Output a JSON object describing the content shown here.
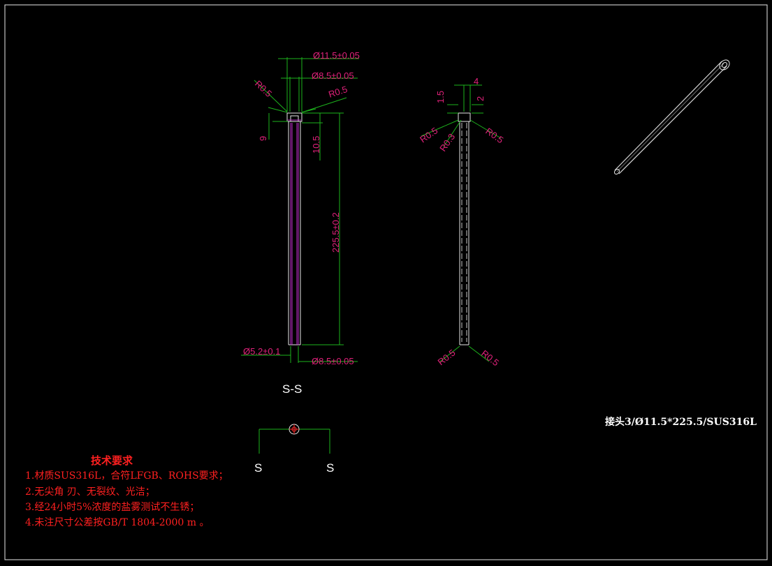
{
  "dimensions": {
    "d_outer_top": "Ø11.5±0.05",
    "d_inner_top": "Ø8.5±0.05",
    "r_left_top": "R0.5",
    "r_right_top": "R0.5",
    "height_9": "9",
    "height_10_5": "10.5",
    "length": "225.5±0.2",
    "d_bottom_left": "Ø5.2±0.1",
    "d_bottom_right": "Ø8.5±0.05"
  },
  "side_view": {
    "dim_4": "4",
    "dim_1_5": "1.5",
    "dim_2": "2",
    "r_top_left": "R0.5",
    "r_top_mid": "R0.3",
    "r_top_right": "R0.5",
    "r_bot_left": "R0.5",
    "r_bot_right": "R0.5"
  },
  "section_label": "S-S",
  "section_marks": {
    "left": "S",
    "right": "S"
  },
  "part_title": "接头3/Ø11.5*225.5/SUS316L",
  "requirements": {
    "heading": "技术要求",
    "items": [
      "1.材质SUS316L，合符LFGB、ROHS要求；",
      "2.无尖角  刃、无裂纹、光洁；",
      "3.经24小时5%浓度的盐雾测试不生锈；",
      "4.未注尺寸公差按GB/T 1804-2000 m  。"
    ]
  },
  "colors": {
    "background": "#000000",
    "dimension_text": "#e0217a",
    "dimension_lines": "#1db31d",
    "outline": "#e8e8e8",
    "hidden_lines": "#c22fd0",
    "notes": "#ff2020"
  }
}
